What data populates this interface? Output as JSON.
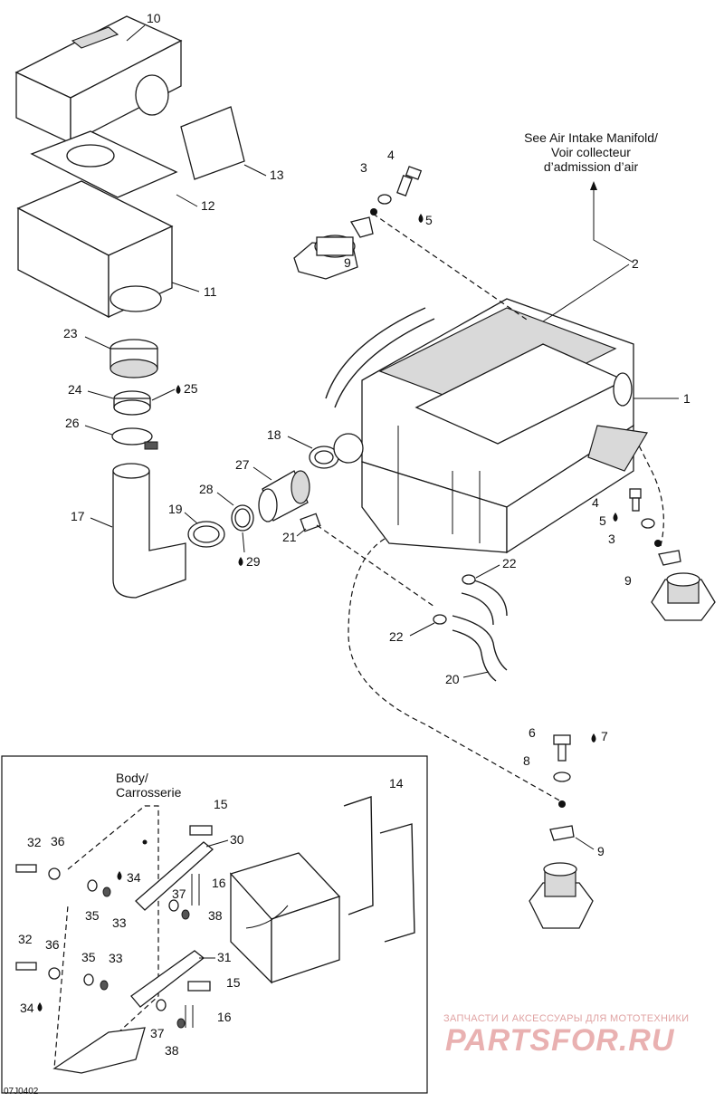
{
  "diagram": {
    "code": "07J0402",
    "note_air_intake": [
      "See Air Intake Manifold/",
      "Voir collecteur",
      "d’admission d’air"
    ],
    "note_body": [
      "Body/",
      "Carrosserie"
    ],
    "callouts": [
      "1",
      "2",
      "3",
      "3",
      "4",
      "4",
      "5",
      "5",
      "6",
      "7",
      "8",
      "9",
      "9",
      "9",
      "10",
      "11",
      "12",
      "13",
      "14",
      "15",
      "15",
      "16",
      "16",
      "17",
      "18",
      "19",
      "20",
      "21",
      "22",
      "22",
      "23",
      "24",
      "25",
      "26",
      "27",
      "28",
      "29",
      "30",
      "31",
      "32",
      "32",
      "33",
      "33",
      "34",
      "34",
      "35",
      "35",
      "36",
      "36",
      "37",
      "37",
      "38",
      "38"
    ]
  },
  "watermark": {
    "top": "ЗАПЧАСТИ И АКСЕССУАРЫ ДЛЯ МОТОТЕХНИКИ",
    "brand": "PARTSFOR.RU"
  },
  "colors": {
    "line": "#1a1a1a",
    "watermark": "#e9b1b1",
    "background": "#ffffff"
  }
}
